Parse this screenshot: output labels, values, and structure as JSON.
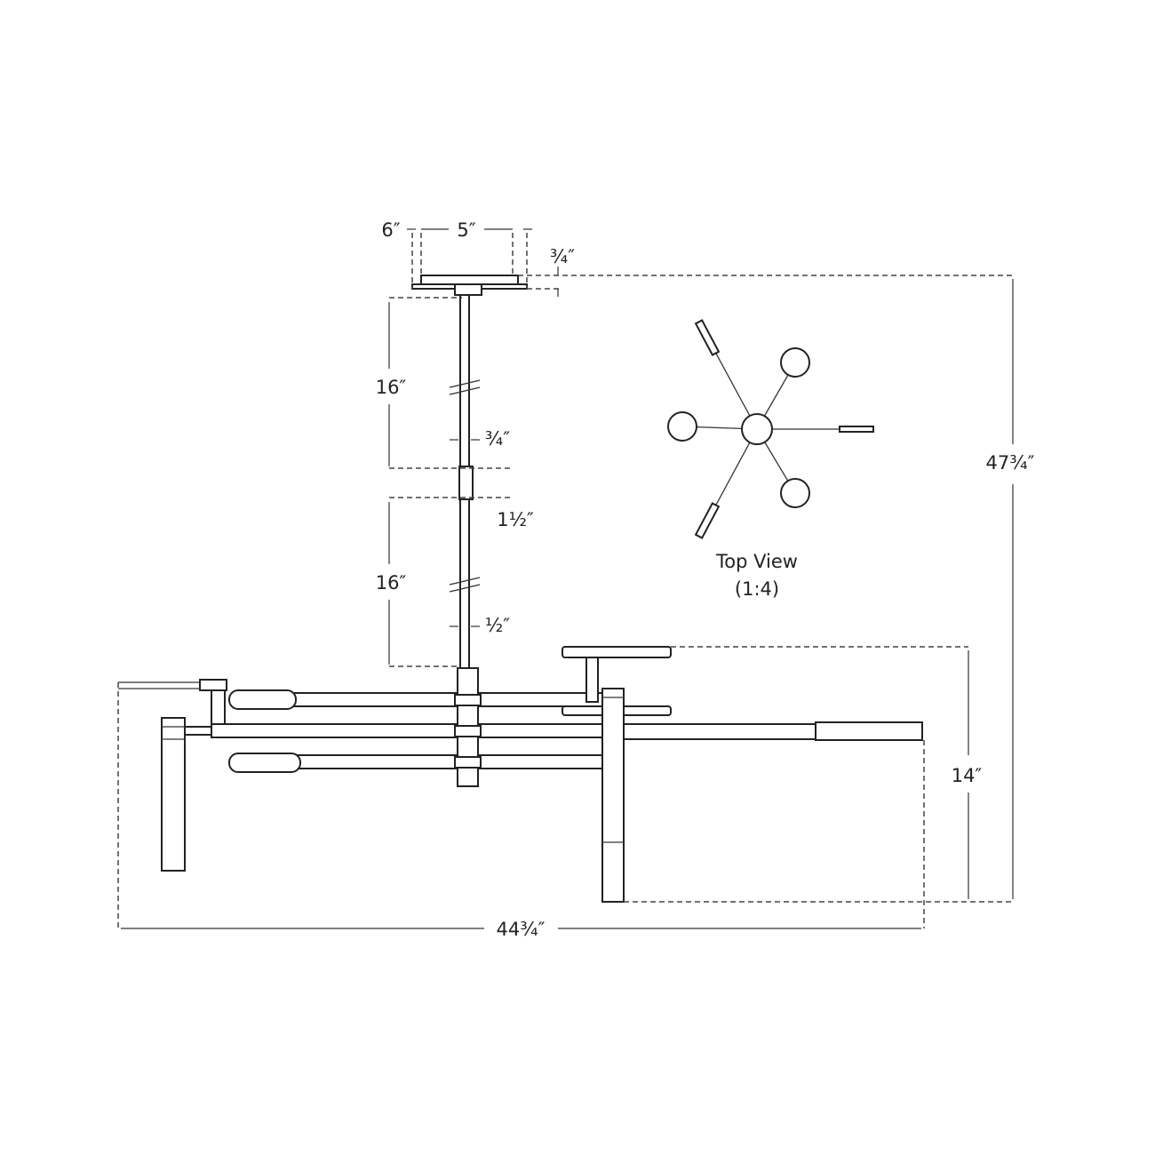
{
  "dimensions": {
    "canopy_outer": "6″",
    "canopy_inner": "5″",
    "canopy_height": "¾″",
    "stem_upper": "16″",
    "stem_diameter": "¾″",
    "coupling": "1½″",
    "stem_lower": "16″",
    "rod_diameter": "½″",
    "body_height": "14″",
    "overall_height": "47¾″",
    "overall_width": "44¾″"
  },
  "top_view": {
    "title": "Top View",
    "scale": "(1:4)"
  }
}
